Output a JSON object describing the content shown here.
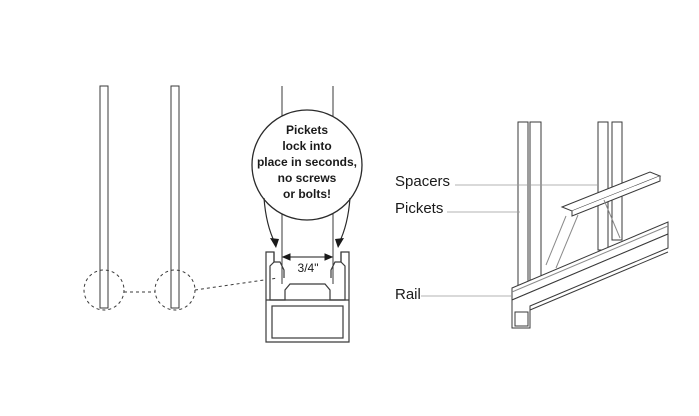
{
  "callout": {
    "lines": [
      "Pickets",
      "lock into",
      "place in seconds,",
      "no screws",
      "or bolts!"
    ]
  },
  "dimension": "3/4\"",
  "labels": {
    "spacers": "Spacers",
    "pickets": "Pickets",
    "rail": "Rail"
  }
}
